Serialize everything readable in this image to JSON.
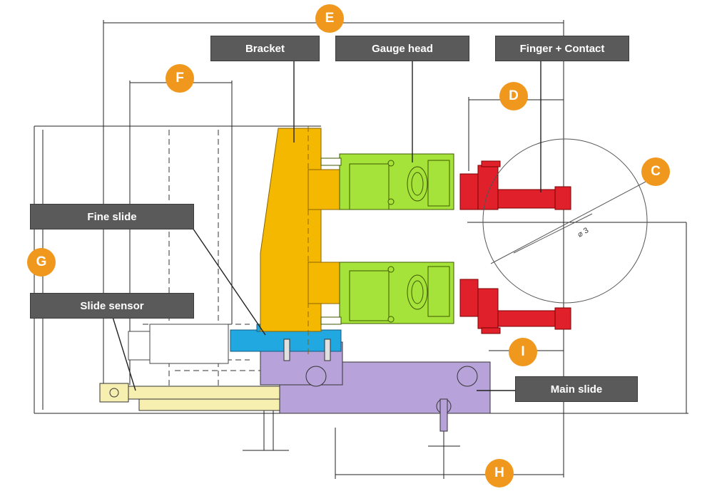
{
  "labels": {
    "bracket": "Bracket",
    "gauge_head": "Gauge head",
    "finger_contact": "Finger + Contact",
    "fine_slide": "Fine slide",
    "slide_sensor": "Slide sensor",
    "main_slide": "Main slide"
  },
  "dimensions": {
    "c": "C",
    "d": "D",
    "e": "E",
    "f": "F",
    "g": "G",
    "h": "H",
    "i": "I"
  },
  "circle_annotation": "⌀ 3",
  "colors": {
    "bracket": "#f5b800",
    "gauge_head": "#a6e33a",
    "finger": "#e0202a",
    "fine_slide": "#22a8e0",
    "main_slide": "#b7a3d9",
    "slide_sensor": "#f7efb0",
    "badge": "#f0981e",
    "callout": "#5a5a5a"
  }
}
